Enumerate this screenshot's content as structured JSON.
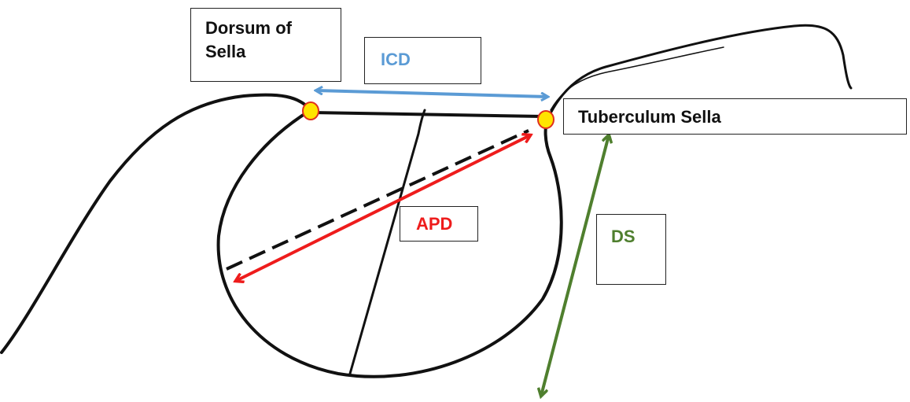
{
  "labels": {
    "dorsum_line1": "Dorsum of",
    "dorsum_line2": "Sella",
    "icd": "ICD",
    "tuberculum": "Tuberculum Sella",
    "apd": "APD",
    "ds": "DS"
  },
  "colors": {
    "outline": "#111111",
    "icd_arrow": "#5b9bd5",
    "apd_arrow": "#ee1c1c",
    "ds_arrow": "#4f7f2e",
    "landmark_fill": "#ffe400",
    "landmark_stroke": "#e0301e"
  }
}
